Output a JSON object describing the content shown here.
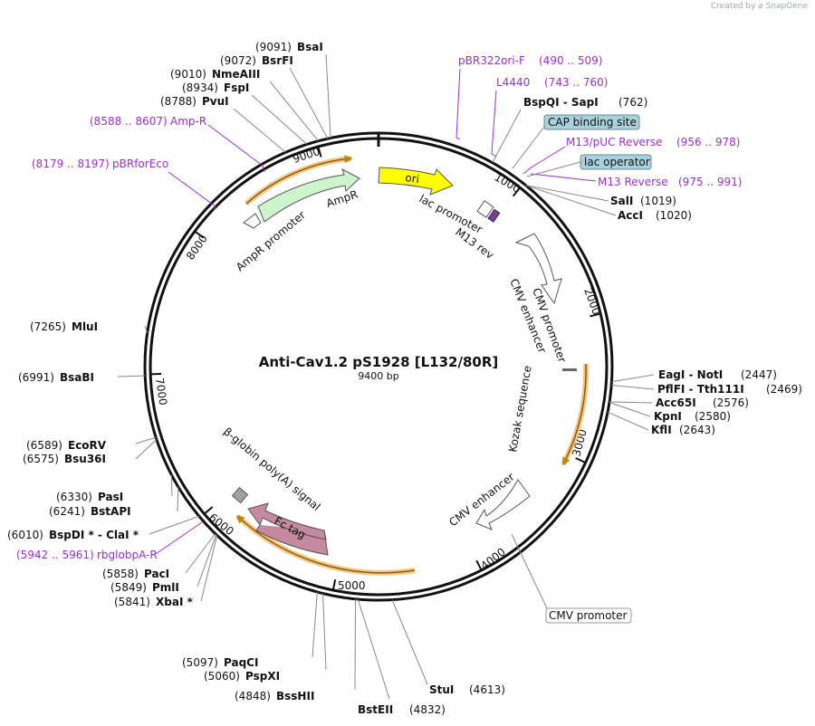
{
  "branding": {
    "prefix": "Created by",
    "product": "SnapGene"
  },
  "plasmid": {
    "name": "Anti-Cav1.2 pS1928 [L132/80R]",
    "size_label": "9400 bp",
    "length": 9400
  },
  "ticks": [
    "1000",
    "2000",
    "3000",
    "4000",
    "5000",
    "6000",
    "7000",
    "8000",
    "9000"
  ],
  "enzymes": [
    {
      "name": "BsaI",
      "pos": "(9091)"
    },
    {
      "name": "BsrFI",
      "pos": "(9072)"
    },
    {
      "name": "NmeAIII",
      "pos": "(9010)"
    },
    {
      "name": "FspI",
      "pos": "(8934)"
    },
    {
      "name": "PvuI",
      "pos": "(8788)"
    },
    {
      "name": "BspQI - SapI",
      "pos": "(762)"
    },
    {
      "name": "SalI",
      "pos": "(1019)"
    },
    {
      "name": "AccI",
      "pos": "(1020)"
    },
    {
      "name": "EagI - NotI",
      "pos": "(2447)"
    },
    {
      "name": "PflFI - Tth111I",
      "pos": "(2469)"
    },
    {
      "name": "Acc65I",
      "pos": "(2576)"
    },
    {
      "name": "KpnI",
      "pos": "(2580)"
    },
    {
      "name": "KflI",
      "pos": "(2643)"
    },
    {
      "name": "StuI",
      "pos": "(4613)"
    },
    {
      "name": "BstEII",
      "pos": "(4832)"
    },
    {
      "name": "BssHII",
      "pos": "(4848)"
    },
    {
      "name": "PspXI",
      "pos": "(5060)"
    },
    {
      "name": "PaqCI",
      "pos": "(5097)"
    },
    {
      "name": "XbaI *",
      "pos": "(5841)"
    },
    {
      "name": "PmlI",
      "pos": "(5849)"
    },
    {
      "name": "PacI",
      "pos": "(5858)"
    },
    {
      "name": "BspDI * - ClaI *",
      "pos": "(6010)"
    },
    {
      "name": "BstAPI",
      "pos": "(6241)"
    },
    {
      "name": "PasI",
      "pos": "(6330)"
    },
    {
      "name": "Bsu36I",
      "pos": "(6575)"
    },
    {
      "name": "EcoRV",
      "pos": "(6589)"
    },
    {
      "name": "BsaBI",
      "pos": "(6991)"
    },
    {
      "name": "MluI",
      "pos": "(7265)"
    }
  ],
  "primers": [
    {
      "name": "pBR322ori-F",
      "range": "(490 .. 509)"
    },
    {
      "name": "L4440",
      "range": "(743 .. 760)"
    },
    {
      "name": "M13/pUC Reverse",
      "range": "(956 .. 978)"
    },
    {
      "name": "M13 Reverse",
      "range": "(975 .. 991)"
    },
    {
      "name": "Amp-R",
      "range": "(8588 .. 8607)"
    },
    {
      "name": "pBRforEco",
      "range": "(8179 .. 8197)"
    },
    {
      "name": "rbglobpA-R",
      "range": "(5942 .. 5961)"
    }
  ],
  "boxed_features": [
    "CAP binding site",
    "lac operator",
    "CMV promoter"
  ],
  "features": {
    "ori": "ori",
    "amp_r": "AmpR",
    "amp_r_promoter": "AmpR promoter",
    "lac_promoter": "lac promoter",
    "m13_rev": "M13 rev",
    "cmv_enhancer_1": "CMV enhancer",
    "cmv_promoter": "CMV promoter",
    "kozak": "Kozak sequence",
    "cmv_enhancer_2": "CMV enhancer",
    "fc_tag": "Fc tag",
    "bglobin_polya": "β-globin poly(A) signal"
  },
  "colors": {
    "ori": "#ffff00",
    "amp_r": "#ccf5cc",
    "fc_tag": "#c68aa0",
    "orf_arc": "#f5c77e",
    "cap_box": "#a8d1dc",
    "primer": "#9a2fd0",
    "polya": "#a0a0a8"
  }
}
